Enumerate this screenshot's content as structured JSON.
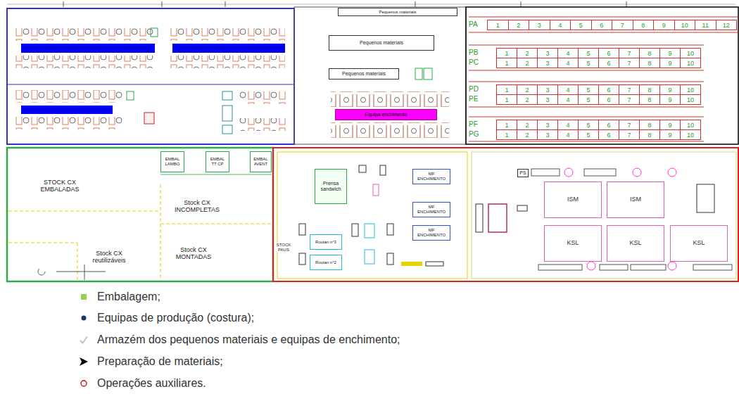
{
  "diagram": {
    "nodes": [
      {
        "text": [
          "Pequenos materiais"
        ]
      },
      {
        "text": [
          "Pequenos materiais"
        ]
      },
      {
        "text": [
          "Pequenos materiais"
        ]
      },
      {
        "text": [
          "Equipa enchimento"
        ]
      },
      {
        "text": [
          "EMBAL LAMBO"
        ]
      },
      {
        "text": [
          "EMBAL TT CP"
        ]
      },
      {
        "text": [
          "EMBAL AVENT"
        ]
      },
      {
        "text": [
          "Prensa sandwich"
        ]
      },
      {
        "text": [
          "MF ENCHIMENTO"
        ]
      },
      {
        "text": [
          "MF ENCHIMENTO"
        ]
      },
      {
        "text": [
          "MF ENCHIMENTO"
        ]
      },
      {
        "text": [
          "Roulan n°3"
        ]
      },
      {
        "text": [
          "Roulan n°2"
        ]
      },
      {
        "text": [
          "PS"
        ]
      },
      {
        "text": [
          "ISM"
        ]
      },
      {
        "text": [
          "ISM"
        ]
      },
      {
        "text": [
          "KSL"
        ]
      },
      {
        "text": [
          "KSL"
        ]
      },
      {
        "text": [
          "KSL"
        ]
      }
    ],
    "labels": [
      "STOCK CX EMBALADAS",
      "Stock CX INCOMPLETAS",
      "Stock CX reutilizáveis",
      "Stock CX MONTADAS",
      "STOCK PAUS",
      "PA",
      "1",
      "2",
      "3",
      "4",
      "5",
      "6",
      "7",
      "8",
      "9",
      "10",
      "11",
      "12",
      "PB",
      "1",
      "2",
      "3",
      "4",
      "5",
      "6",
      "7",
      "8",
      "9",
      "10",
      "PC",
      "1",
      "2",
      "3",
      "4",
      "5",
      "6",
      "7",
      "8",
      "9",
      "10",
      "PD",
      "1",
      "2",
      "3",
      "4",
      "5",
      "6",
      "7",
      "8",
      "9",
      "10",
      "PE",
      "1",
      "2",
      "3",
      "4",
      "5",
      "6",
      "7",
      "8",
      "9",
      "10",
      "PF",
      "1",
      "2",
      "3",
      "4",
      "5",
      "6",
      "7",
      "8",
      "9",
      "10",
      "PG",
      "1",
      "2",
      "3",
      "4",
      "5",
      "6",
      "7",
      "8",
      "9",
      "10"
    ],
    "legend": [
      {
        "text": "Embalagem;",
        "color": "#92d050"
      },
      {
        "text": "Equipas de produção (costura);",
        "color": "#1f3864"
      },
      {
        "text": "Armazém dos pequenos materiais e equipas de enchimento;",
        "color": "#bfbfbf"
      },
      {
        "text": "Preparação de materiais;",
        "color": "#000000"
      },
      {
        "text": "Operações auxiliares.",
        "color": "#c00000"
      }
    ]
  }
}
